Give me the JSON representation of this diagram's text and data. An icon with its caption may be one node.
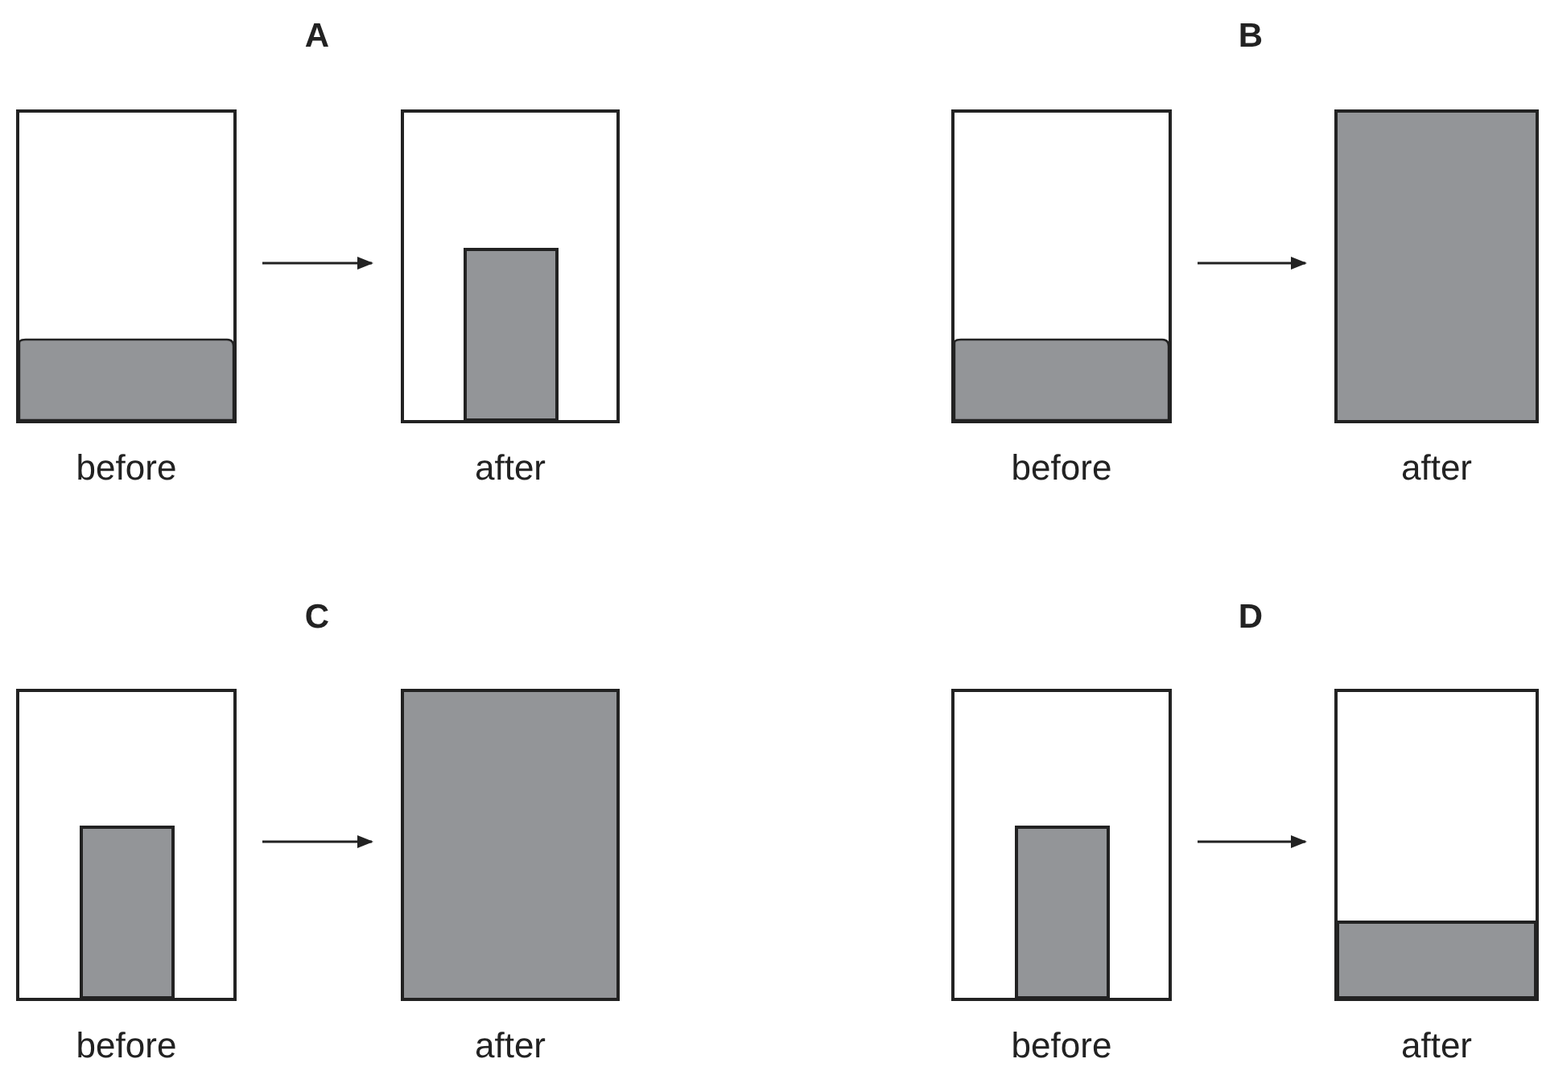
{
  "diagram": {
    "nodes": [
      {
        "text": [],
        "shape": "box",
        "beside": [
          "before"
        ]
      },
      {
        "text": [],
        "shape": "box",
        "beside": [
          "after"
        ]
      },
      {
        "text": [],
        "shape": "box",
        "beside": [
          "before"
        ]
      },
      {
        "text": [],
        "shape": "box",
        "beside": [
          "after"
        ]
      },
      {
        "text": [],
        "shape": "box",
        "beside": [
          "before"
        ]
      },
      {
        "text": [],
        "shape": "box",
        "beside": [
          "after"
        ]
      },
      {
        "text": [],
        "shape": "box",
        "beside": [
          "before"
        ]
      },
      {
        "text": [],
        "shape": "box",
        "beside": [
          "after"
        ]
      }
    ],
    "edges": [
      {
        "from": 0,
        "to": 1,
        "arrow": "to"
      },
      {
        "from": 2,
        "to": 3,
        "arrow": "to"
      },
      {
        "from": 4,
        "to": 5,
        "arrow": "to"
      },
      {
        "from": 6,
        "to": 7,
        "arrow": "to"
      }
    ],
    "labels": [
      "A",
      "B",
      "C",
      "D"
    ]
  }
}
